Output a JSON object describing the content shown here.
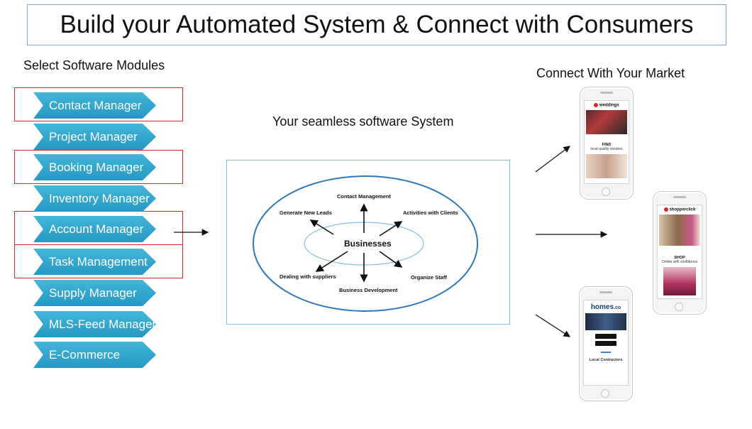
{
  "title": "Build your Automated System & Connect with Consumers",
  "modules_heading": "Select Software Modules",
  "modules": [
    "Contact Manager",
    "Project Manager",
    "Booking Manager",
    "Inventory Manager",
    "Account Manager",
    "Task Management",
    "Supply Manager",
    "MLS-Feed Manager",
    "E-Commerce"
  ],
  "system_heading": "Your seamless software System",
  "diagram": {
    "center": "Businesses",
    "nodes": {
      "contact": "Contact Management",
      "clients": "Activities with Clients",
      "staff": "Organize Staff",
      "development": "Business Development",
      "suppliers": "Dealing with suppliers",
      "leads": "Generate New Leads"
    }
  },
  "market_heading": "Connect With Your Market",
  "phones": {
    "weddings": {
      "brand": "weddings",
      "heading": "FIND",
      "sub": "local quality vendors"
    },
    "shopper": {
      "brand": "shopperclick",
      "heading": "SHOP",
      "sub": "Online with confidence"
    },
    "homes": {
      "brand": "homes",
      "suffix": ".co",
      "footer": "Local Contractors"
    }
  },
  "colors": {
    "module_fill": "#2fa6d0",
    "highlight_border": "#e0242b",
    "title_border": "#7ea6d8",
    "ellipse_stroke": "#2e77b8",
    "inner_ellipse_stroke": "#86bfe3"
  }
}
